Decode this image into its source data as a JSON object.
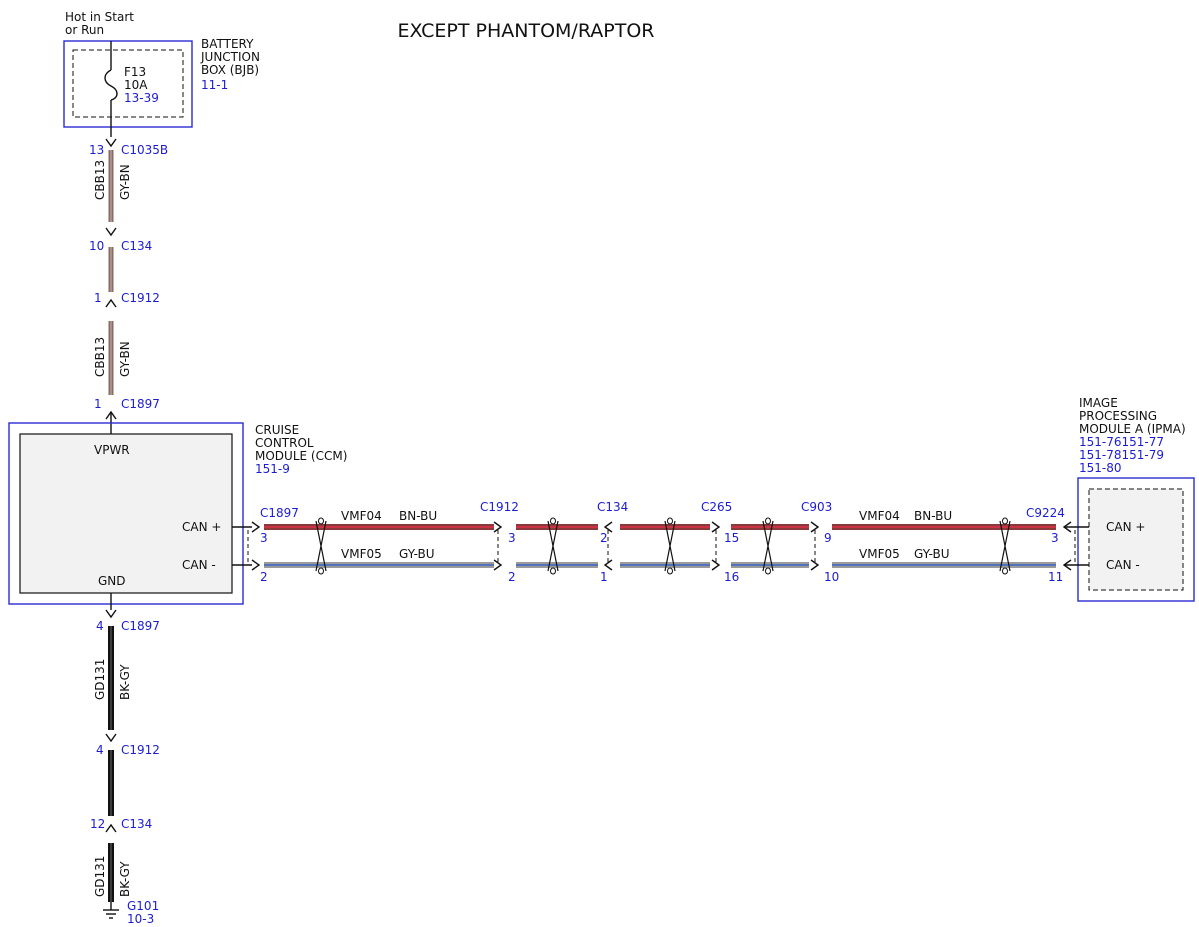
{
  "title": "EXCEPT PHANTOM/RAPTOR",
  "colors": {
    "box_border": "#2a2ad4",
    "ref_text": "#1c1cd4",
    "wire_gy_bn": "#8a6a62",
    "wire_bk_gy": "#111111",
    "wire_brown": "#8a3a3a",
    "wire_red_stripe": "#e0304a",
    "wire_blue": "#3a64c8",
    "wire_gray": "#9a9a9a"
  },
  "power_source": {
    "lines": [
      "Hot in Start",
      "or Run"
    ]
  },
  "bjb": {
    "name_lines": [
      "BATTERY",
      "JUNCTION",
      "BOX (BJB)"
    ],
    "ref": "11-1",
    "fuse": {
      "id": "F13",
      "rating": "10A",
      "ref": "13-39"
    }
  },
  "power_connectors": [
    {
      "pin": "13",
      "name": "C1035B"
    },
    {
      "pin": "10",
      "name": "C134"
    },
    {
      "pin": "1",
      "name": "C1912"
    },
    {
      "pin": "1",
      "name": "C1897"
    }
  ],
  "power_circuit": {
    "circuit": "CBB13",
    "color": "GY-BN"
  },
  "ccm": {
    "name_lines": [
      "CRUISE",
      "CONTROL",
      "MODULE (CCM)"
    ],
    "ref": "151-9",
    "pins": {
      "vpwr": "VPWR",
      "can_plus": "CAN +",
      "can_minus": "CAN -",
      "gnd": "GND"
    }
  },
  "ipma": {
    "name_lines": [
      "IMAGE",
      "PROCESSING",
      "MODULE A (IPMA)"
    ],
    "refs": [
      "151-76151-77",
      "151-78151-79",
      "151-80"
    ],
    "pins": {
      "can_plus": "CAN +",
      "can_minus": "CAN -"
    }
  },
  "can_connectors": [
    {
      "name": "C1897",
      "pin_plus": "3",
      "pin_minus": "2"
    },
    {
      "name": "C1912",
      "pin_plus": "3",
      "pin_minus": "2"
    },
    {
      "name": "C134",
      "pin_plus": "2",
      "pin_minus": "1"
    },
    {
      "name": "C265",
      "pin_plus": "15",
      "pin_minus": "16"
    },
    {
      "name": "C903",
      "pin_plus": "9",
      "pin_minus": "10"
    },
    {
      "name": "C9224",
      "pin_plus": "3",
      "pin_minus": "11"
    }
  ],
  "can_circuits": {
    "plus": {
      "circuit": "VMF04",
      "color": "BN-BU"
    },
    "minus": {
      "circuit": "VMF05",
      "color": "GY-BU"
    }
  },
  "ground_connectors": [
    {
      "pin": "4",
      "name": "C1897"
    },
    {
      "pin": "4",
      "name": "C1912"
    },
    {
      "pin": "12",
      "name": "C134"
    }
  ],
  "ground_circuit": {
    "circuit": "GD131",
    "color": "BK-GY"
  },
  "ground": {
    "id": "G101",
    "ref": "10-3"
  }
}
